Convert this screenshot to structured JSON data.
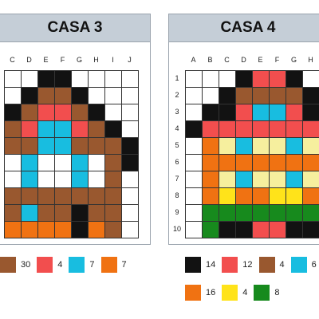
{
  "colors": {
    "K": "#121212",
    "R": "#f24e4e",
    "B": "#99582f",
    "C": "#18bde0",
    "O": "#f07212",
    "Y": "#ffe31a",
    "G": "#178a1d",
    "L": "#f6ef9e",
    "W": "#ffffff"
  },
  "left": {
    "title": "CASA 3",
    "columns": [
      "C",
      "D",
      "E",
      "F",
      "G",
      "H",
      "I",
      "J"
    ],
    "grid": [
      "WWKKWWWW",
      "WKBBKWWW",
      "KBRRBKWW",
      "BRCCRBKW",
      "BBCCBBBK",
      "WCWWCWBK",
      "WCWWCWBW",
      "BBBBBBBW",
      "BCBBKBBW",
      "OOOOKOBW"
    ],
    "legend": [
      {
        "color": "B",
        "label": "30"
      },
      {
        "color": "R",
        "label": "4"
      },
      {
        "color": "C",
        "label": "7"
      },
      {
        "color": "O",
        "label": "7"
      }
    ]
  },
  "right": {
    "title": "CASA 4",
    "columns": [
      "A",
      "B",
      "C",
      "D",
      "E",
      "F",
      "G",
      "H"
    ],
    "rows": [
      "1",
      "2",
      "3",
      "4",
      "5",
      "6",
      "7",
      "8",
      "9",
      "10"
    ],
    "grid": [
      "WWWKRRKW",
      "WWKBBBBK",
      "WKKRCCRK",
      "KRRRRRRR",
      "WOLCLLCL",
      "WOOOOOOO",
      "WOLCLLCL",
      "WOYOOYYO",
      "WGGGGGGG",
      "WGKKRRKK"
    ],
    "legend": [
      {
        "color": "K",
        "label": "14"
      },
      {
        "color": "R",
        "label": "12"
      },
      {
        "color": "B",
        "label": "4"
      },
      {
        "color": "C",
        "label": "6"
      },
      {
        "color": "O",
        "label": "16"
      },
      {
        "color": "Y",
        "label": "4"
      },
      {
        "color": "G",
        "label": "8"
      }
    ]
  }
}
